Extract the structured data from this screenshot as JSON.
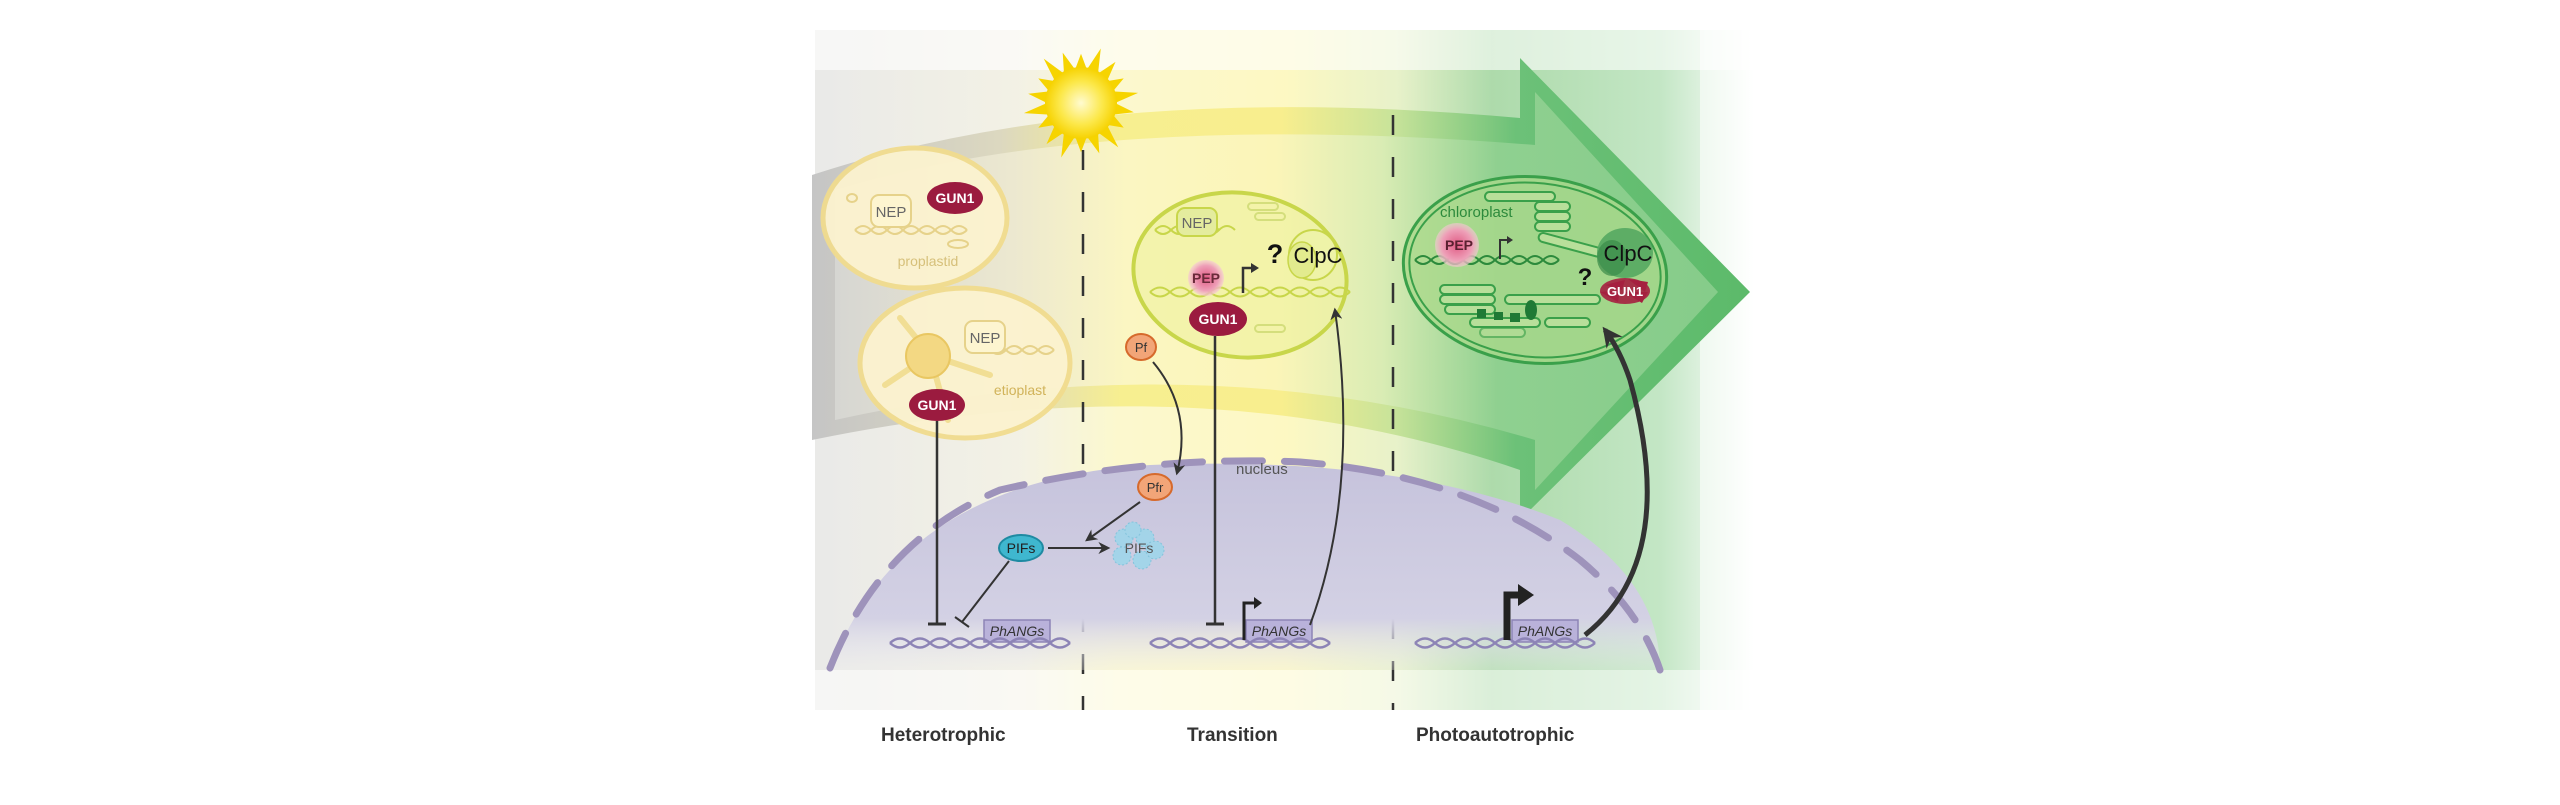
{
  "figure": {
    "stages": [
      {
        "id": "heterotrophic",
        "label": "Heterotrophic"
      },
      {
        "id": "transition",
        "label": "Transition"
      },
      {
        "id": "photoautotrophic",
        "label": "Photoautotrophic"
      }
    ],
    "heterotrophic": {
      "proplastid": {
        "label": "proplastid",
        "nep": "NEP",
        "gun1": "GUN1"
      },
      "etioplast": {
        "label": "etioplast",
        "nep": "NEP",
        "gun1": "GUN1"
      }
    },
    "transition": {
      "plastid": {
        "nep": "NEP",
        "pep": "PEP",
        "gun1": "GUN1",
        "clpc": "ClpC",
        "question": "?"
      },
      "pf": "Pf",
      "pfr": "Pfr"
    },
    "photoautotrophic": {
      "chloroplast": {
        "label": "chloroplast",
        "pep": "PEP",
        "clpc": "ClpC",
        "gun1": "GUN1",
        "question": "?"
      }
    },
    "nucleus": {
      "label": "nucleus",
      "pifs_active": "PIFs",
      "pifs_degraded": "PIFs",
      "phangs": [
        "PhANGs",
        "PhANGs",
        "PhANGs"
      ]
    },
    "colors": {
      "gun1": "#9b1b3f",
      "nep_fill": "#fbf1c4",
      "pep": "#e07a9a",
      "pifs": "#3fb7cf",
      "pf": "#f0a070",
      "nucleus": "#c8c6dc",
      "arrow_green": "#5cba6a",
      "sun": "#f6d800"
    }
  }
}
